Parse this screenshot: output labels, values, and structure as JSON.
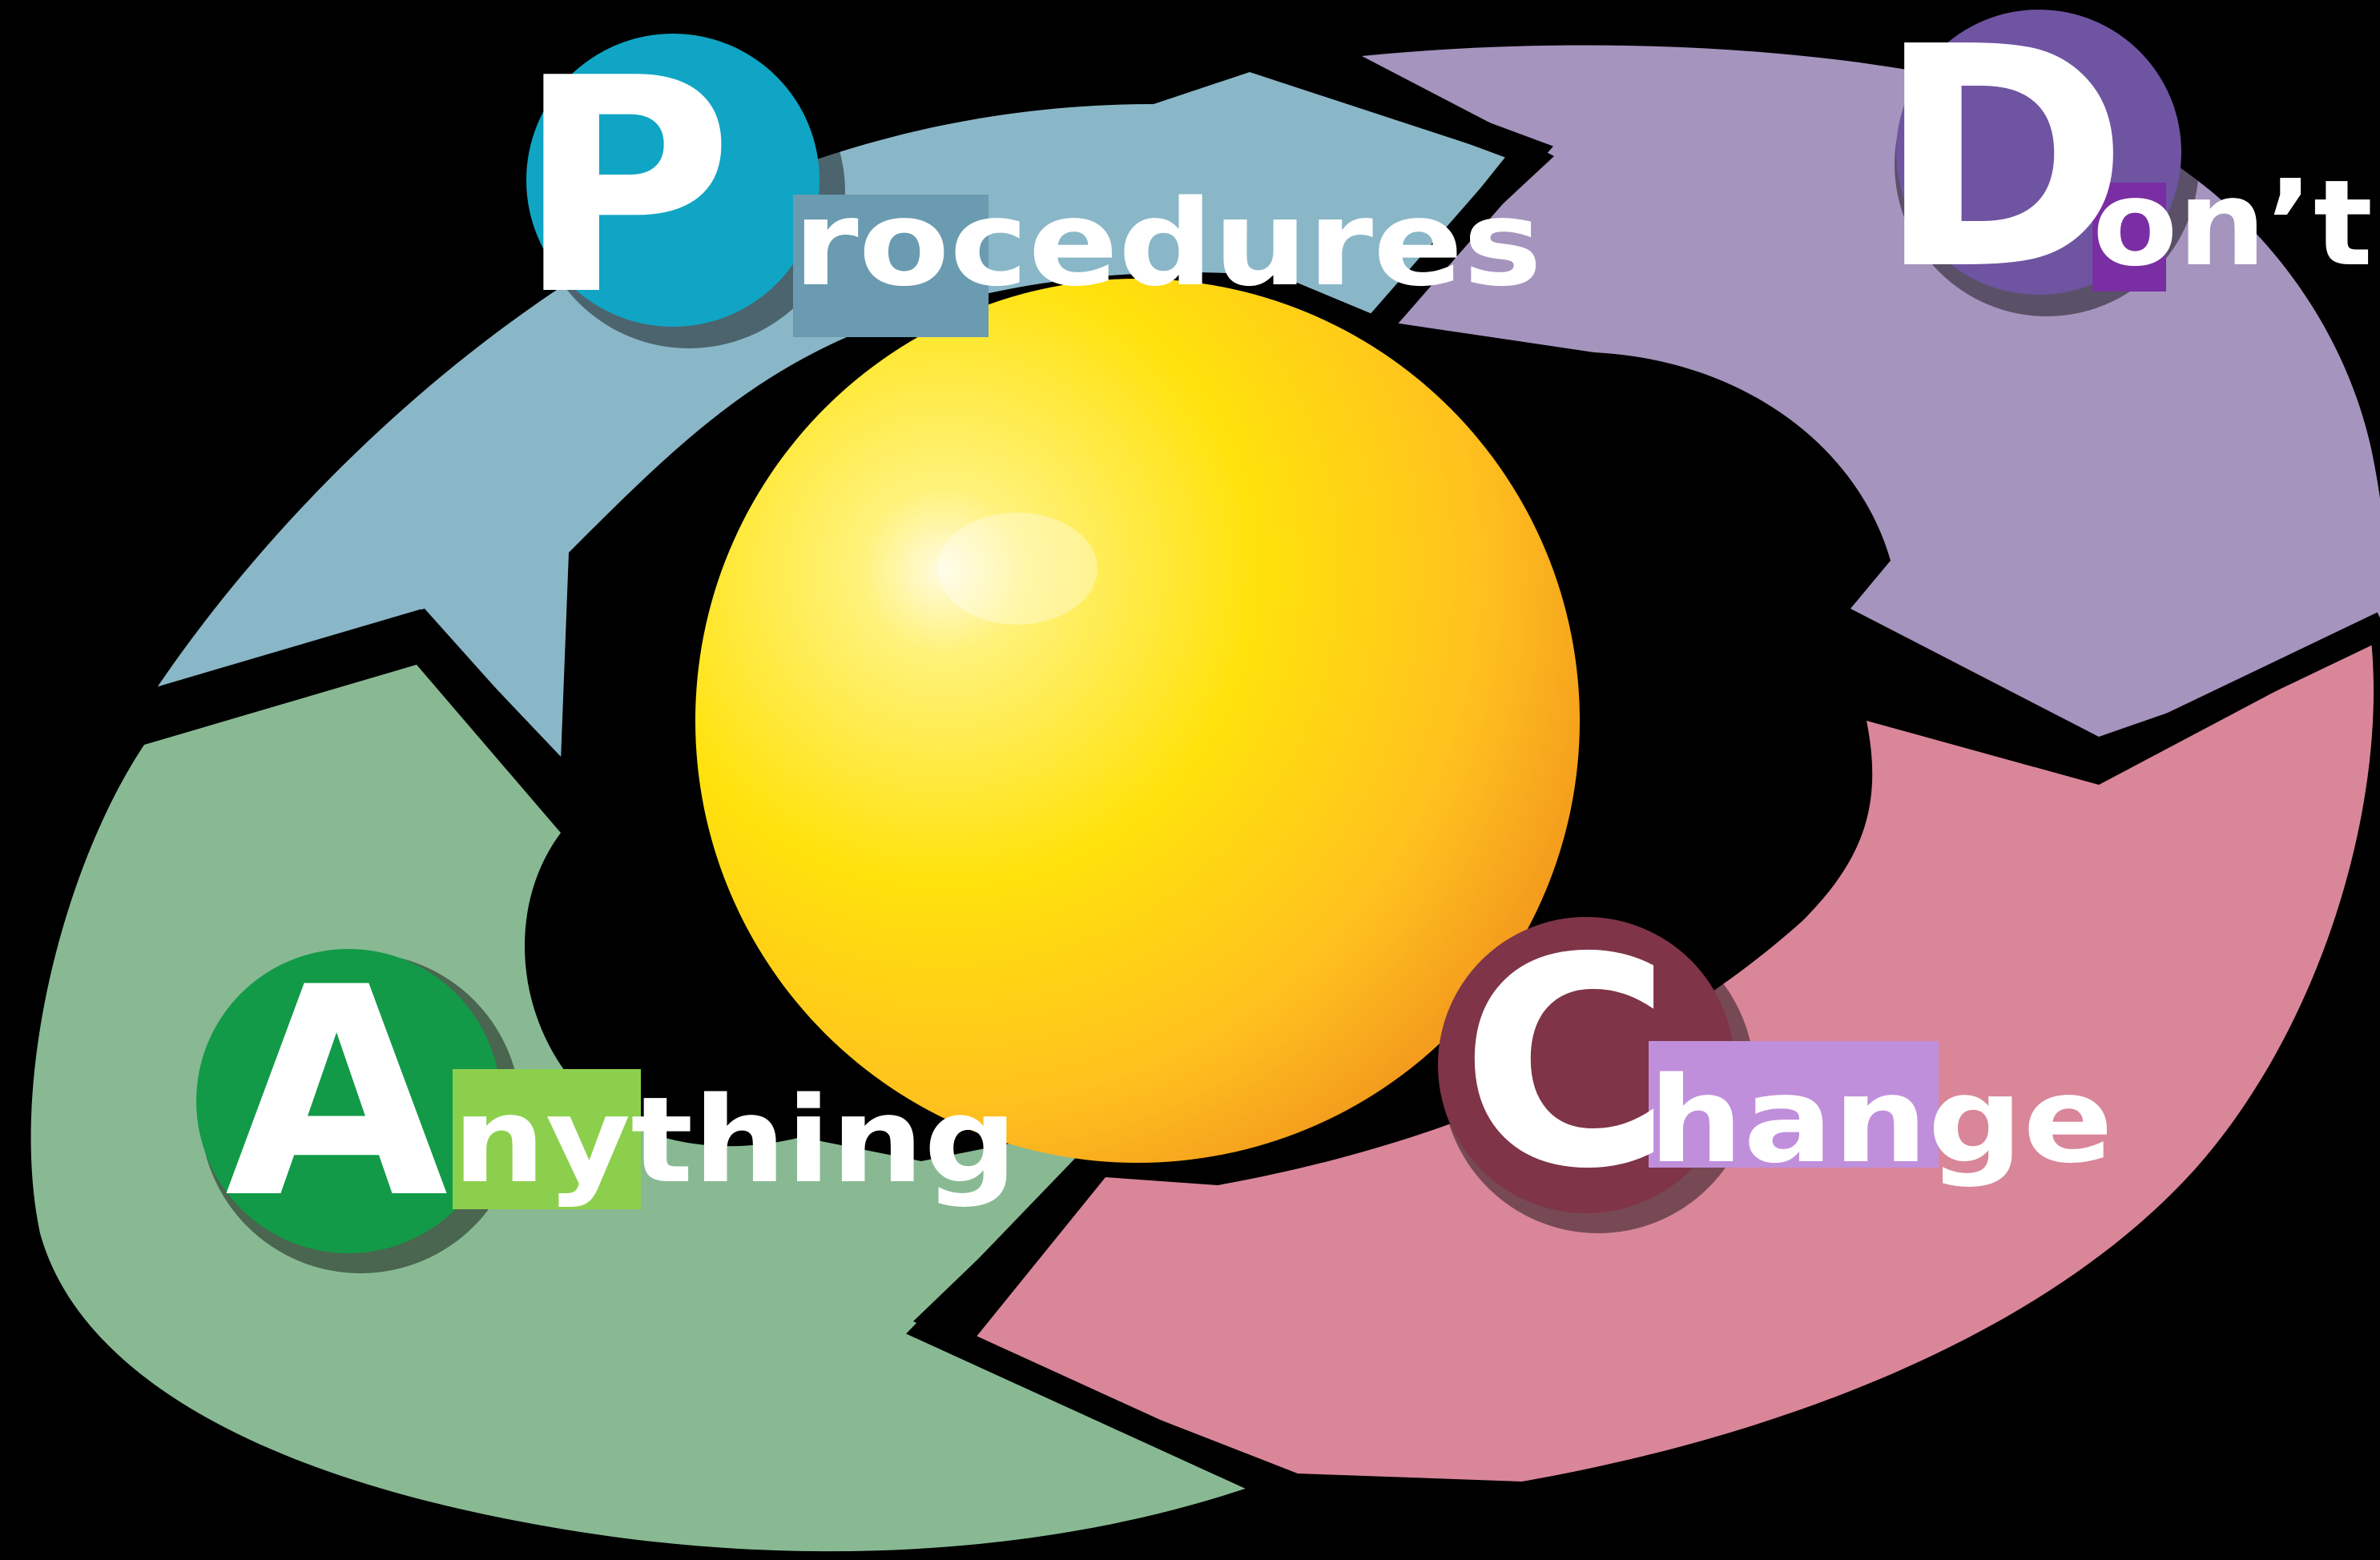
{
  "diagram": {
    "background_color": "#000000",
    "center": {
      "name": "sphere",
      "colors": {
        "highlight": "#fffbe0",
        "mid": "#ffd21a",
        "edge": "#f39a1d"
      }
    },
    "stages": [
      {
        "id": "p",
        "letter": "P",
        "word": "rocedures",
        "arrow_color": "#8ab7c7",
        "badge_color": "#10a5c4",
        "highlight_color": "#6a9bb0"
      },
      {
        "id": "d",
        "letter": "D",
        "word": "on’t",
        "arrow_color": "#a594bd",
        "badge_color": "#6f54a2",
        "highlight_color": "#7a2ea3"
      },
      {
        "id": "c",
        "letter": "C",
        "word": "hange",
        "arrow_color": "#d98699",
        "badge_color": "#7f3447",
        "highlight_color": "#c08fdc"
      },
      {
        "id": "a",
        "letter": "A",
        "word": "nything",
        "arrow_color": "#88b993",
        "badge_color": "#129a48",
        "highlight_color": "#8ccf4d"
      }
    ]
  }
}
